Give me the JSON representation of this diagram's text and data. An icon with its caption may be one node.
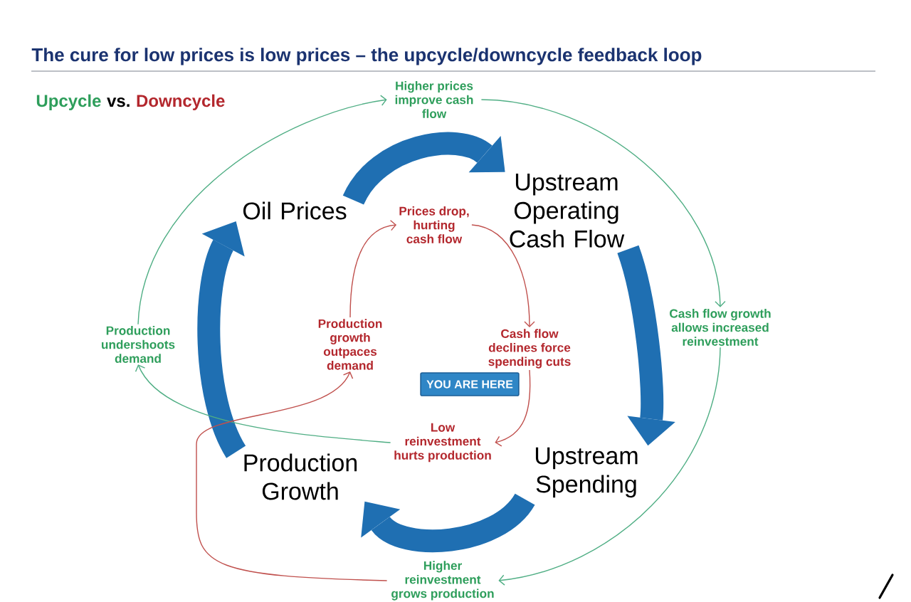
{
  "diagram": {
    "title": "The cure for low prices is low prices – the upcycle/downcycle feedback loop",
    "nodes": [
      {
        "text": [
          "Higher prices improve cash flow"
        ]
      },
      {
        "text": [
          "Oil Prices"
        ]
      },
      {
        "text": [
          "Upstream Operating Cash Flow"
        ]
      },
      {
        "text": [
          "Prices drop, hurting cash flow"
        ]
      },
      {
        "text": [
          "Cash flow growth allows increased reinvestment"
        ]
      },
      {
        "text": [
          "Production undershoots demand"
        ]
      },
      {
        "text": [
          "Production growth outpaces demand"
        ]
      },
      {
        "text": [
          "Cash flow declines force spending cuts"
        ]
      },
      {
        "text": [
          "YOU ARE HERE"
        ]
      },
      {
        "text": [
          "Low reinvestment hurts production"
        ]
      },
      {
        "text": [
          "Production Growth"
        ]
      },
      {
        "text": [
          "Upstream Spending"
        ]
      },
      {
        "text": [
          "Higher reinvestment grows production"
        ]
      }
    ],
    "edges": [
      {
        "from": 1,
        "to": 2,
        "arrow": "to",
        "style": "thick",
        "color": "#1f6fb2"
      },
      {
        "from": 2,
        "to": 11,
        "arrow": "to",
        "style": "thick",
        "color": "#1f6fb2"
      },
      {
        "from": 11,
        "to": 10,
        "arrow": "to",
        "style": "thick",
        "color": "#1f6fb2"
      },
      {
        "from": 10,
        "to": 1,
        "arrow": "to",
        "style": "thick",
        "color": "#1f6fb2"
      },
      {
        "from": 5,
        "to": 0,
        "arrow": "to",
        "color": "#4fae84"
      },
      {
        "from": 0,
        "to": 4,
        "arrow": "to",
        "color": "#4fae84"
      },
      {
        "from": 4,
        "to": 12,
        "arrow": "to",
        "color": "#4fae84"
      },
      {
        "from": 9,
        "to": 5,
        "arrow": "to",
        "color": "#4fae84"
      },
      {
        "from": 12,
        "to": 6,
        "arrow": "to",
        "color": "#c0504d"
      },
      {
        "from": 6,
        "to": 3,
        "arrow": "to",
        "color": "#c0504d"
      },
      {
        "from": 3,
        "to": 7,
        "arrow": "to",
        "color": "#c0504d"
      },
      {
        "from": 7,
        "to": 9,
        "arrow": "to",
        "color": "#c0504d"
      }
    ],
    "labels": [
      "Upcycle",
      "vs.",
      "Downcycle"
    ]
  }
}
